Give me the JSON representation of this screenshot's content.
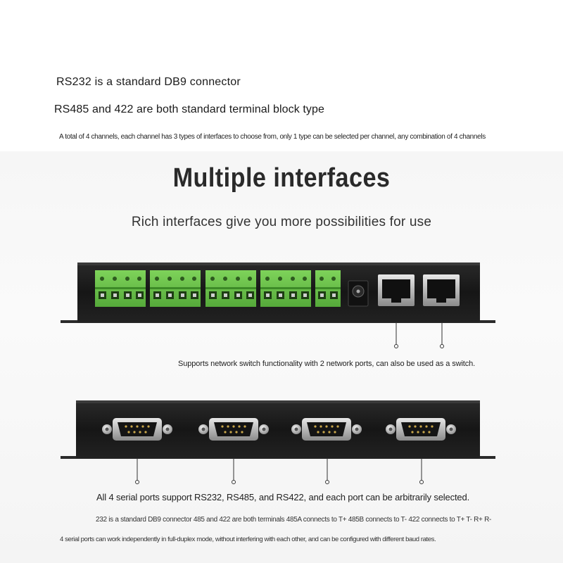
{
  "intro": {
    "line1": "RS232 is a standard DB9 connector",
    "line2": "RS485 and 422 are both standard terminal block type",
    "line3": "A total of 4 channels, each channel has 3 types of interfaces to choose from, only 1 type can be selected per channel, any combination of 4 channels"
  },
  "heading": {
    "title": "Multiple interfaces",
    "subtitle": "Rich interfaces give you more possibilities for use"
  },
  "callouts": {
    "network": "Supports network switch functionality with 2 network ports, can also be used as a switch.",
    "serial": "All 4 serial ports support RS232, RS485, and RS422, and each port can be arbitrarily selected.",
    "wiring": "232 is a standard DB9 connector 485 and 422 are both terminals 485A connects to T+ 485B connects to T- 422 connects to T+ T- R+ R-",
    "duplex": "4 serial ports can work independently in full-duplex mode, without interfering with each other, and can be configured with different baud rates."
  },
  "colors": {
    "terminal_green": "#6cc24a",
    "housing": "#1c1c1c",
    "background_band": "#f6f6f6"
  },
  "icons": [
    "terminal-block-icon",
    "dc-power-jack-icon",
    "rj45-port-icon",
    "db9-connector-icon"
  ]
}
